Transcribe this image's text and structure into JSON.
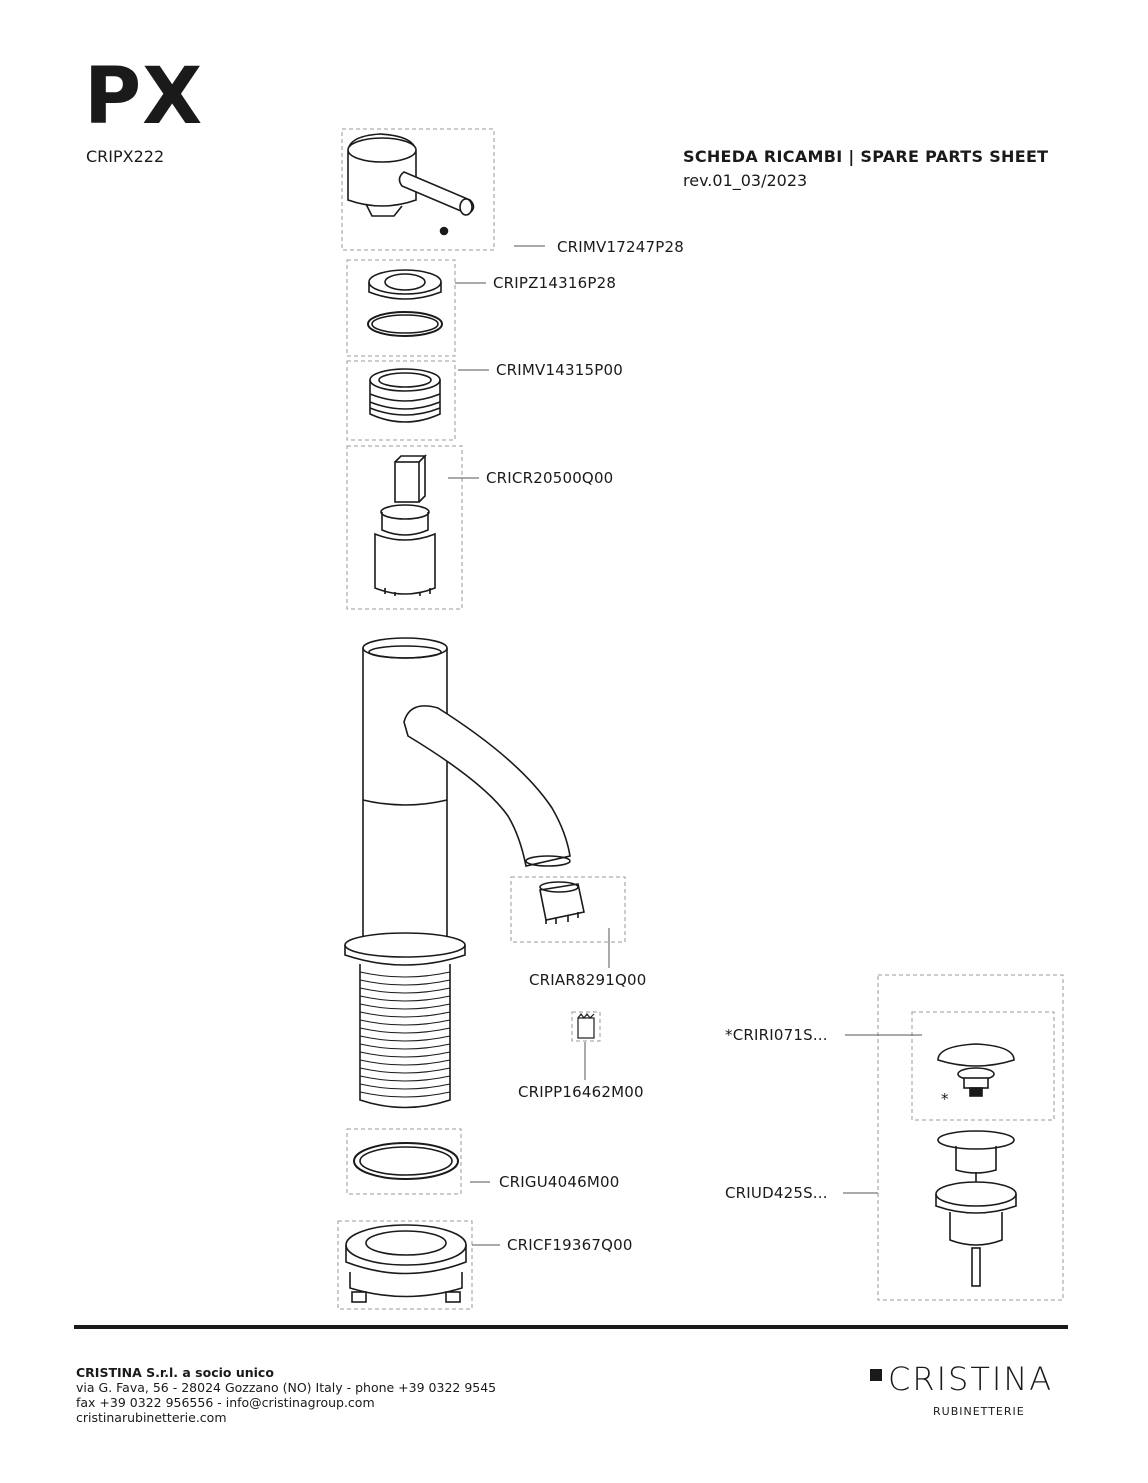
{
  "header": {
    "title": "PX",
    "model_code": "CRIPX222",
    "sheet_title": "SCHEDA RICAMBI | SPARE PARTS SHEET",
    "revision": "rev.01_03/2023"
  },
  "parts": [
    {
      "code": "CRIMV17247P28"
    },
    {
      "code": "CRIPZ14316P28"
    },
    {
      "code": "CRIMV14315P00"
    },
    {
      "code": "CRICR20500Q00"
    },
    {
      "code": "CRIAR8291Q00"
    },
    {
      "code": "CRIPP16462M00"
    },
    {
      "code": "CRIGU4046M00"
    },
    {
      "code": "CRICF19367Q00"
    },
    {
      "code": "*CRIRI071S..."
    },
    {
      "code": "CRIUD425S..."
    }
  ],
  "asterisk_note": "*",
  "footer": {
    "company": "CRISTINA S.r.l. a socio unico",
    "address": "via G. Fava, 56 - 28024 Gozzano (NO) Italy - phone +39 0322 9545",
    "contacts": "fax +39 0322 956556 - info@cristinagroup.com",
    "website": "cristinarubinetterie.com"
  },
  "brand": {
    "name": "CRISTINA",
    "subtitle": "RUBINETTERIE"
  }
}
